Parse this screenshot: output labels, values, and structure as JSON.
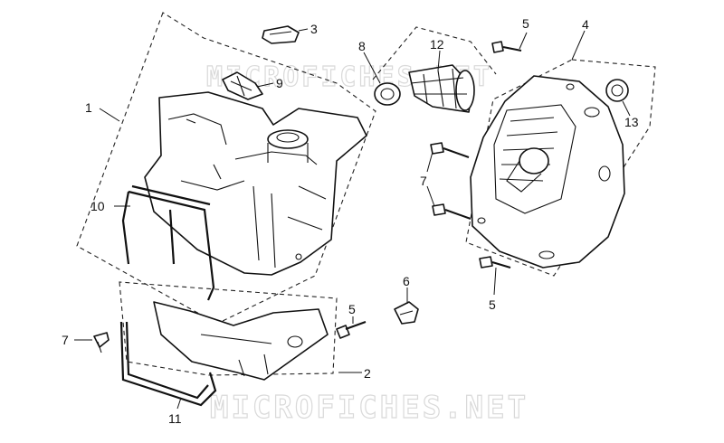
{
  "watermark": {
    "top": "MICROFICHES.NET",
    "bottom": "MICROFICHES.NET"
  },
  "callouts": {
    "p1": "1",
    "p2": "2",
    "p3": "3",
    "p4": "4",
    "p5a": "5",
    "p5b": "5",
    "p5c": "5",
    "p6": "6",
    "p7a": "7",
    "p7b": "7",
    "p8": "8",
    "p9": "9",
    "p10": "10",
    "p11": "11",
    "p12": "12",
    "p13": "13"
  },
  "colors": {
    "line": "#111111",
    "watermark": "#d9d9d9",
    "background": "#ffffff"
  }
}
